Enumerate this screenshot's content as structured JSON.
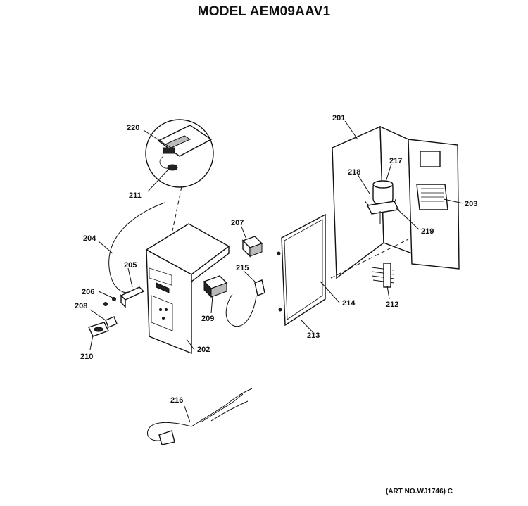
{
  "title": "MODEL AEM09AAV1",
  "art_number": "(ART NO.WJ1746) C",
  "callouts": [
    "201",
    "202",
    "203",
    "204",
    "205",
    "206",
    "207",
    "208",
    "209",
    "210",
    "211",
    "212",
    "213",
    "214",
    "215",
    "216",
    "217",
    "218",
    "219",
    "220"
  ]
}
